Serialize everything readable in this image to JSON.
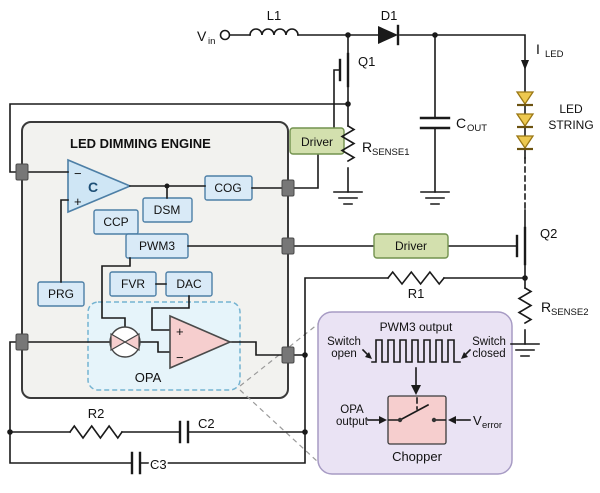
{
  "labels": {
    "vin": {
      "main": "V",
      "sub": "in"
    },
    "l1": "L1",
    "d1": "D1",
    "q1": "Q1",
    "q2": "Q2",
    "iled": {
      "main": "I",
      "sub": "LED"
    },
    "cout": {
      "main": "C",
      "sub": "OUT"
    },
    "led_string": {
      "line1": "LED",
      "line2": "STRING"
    },
    "rsense1": {
      "main": "R",
      "sub": "SENSE1"
    },
    "rsense2": {
      "main": "R",
      "sub": "SENSE2"
    },
    "r1": "R1",
    "r2": "R2",
    "c2": "C2",
    "c3": "C3"
  },
  "engine": {
    "title": "LED DIMMING ENGINE",
    "comparator": {
      "label": "C",
      "minus": "−",
      "plus": "+"
    },
    "blocks": {
      "cog": "COG",
      "dsm": "DSM",
      "ccp": "CCP",
      "pwm3": "PWM3",
      "fvr": "FVR",
      "dac": "DAC",
      "prg": "PRG"
    },
    "opa": {
      "label": "OPA",
      "plus": "+",
      "minus": "−"
    }
  },
  "drivers": {
    "top": "Driver",
    "bottom": "Driver"
  },
  "inset": {
    "title": "PWM3 output",
    "switch_open": {
      "line1": "Switch",
      "line2": "open"
    },
    "switch_closed": {
      "line1": "Switch",
      "line2": "closed"
    },
    "opa_output": {
      "line1": "OPA",
      "line2": "output"
    },
    "verror": {
      "main": "V",
      "sub": "error"
    },
    "chopper": "Chopper"
  },
  "colors": {
    "wire": "#1a1a1a",
    "engine_fill": "#f2f2ef",
    "engine_border": "#3a3a3a",
    "block_fill": "#d9eaf7",
    "block_border": "#4d7fa6",
    "comparator_fill": "#cfe6f5",
    "opa_region_fill": "#e6f4fa",
    "opa_region_border": "#74b3d1",
    "opamp_fill": "#f6cece",
    "driver_fill": "#d3e0ae",
    "driver_border": "#72924e",
    "inset_fill": "#eae3f4",
    "inset_border": "#a79bc4",
    "chopper_box_fill": "#f6cece",
    "led_fill": "#edc84f",
    "led_border": "#9a7714",
    "pin_fill": "#777777"
  }
}
